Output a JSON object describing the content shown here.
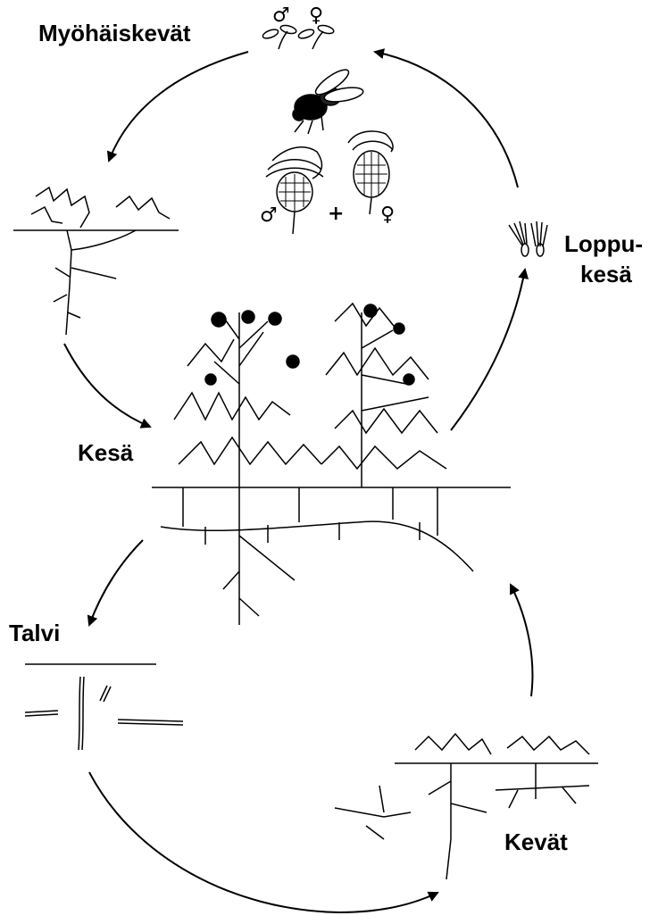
{
  "labels": {
    "late_spring": "Myöhäiskevät",
    "summer": "Kesä",
    "winter": "Talvi",
    "spring": "Kevät",
    "late_summer_line1": "Loppu-",
    "late_summer_line2": "kesä"
  },
  "symbols": {
    "male": "♂",
    "female": "♀",
    "plus": "+"
  }
}
